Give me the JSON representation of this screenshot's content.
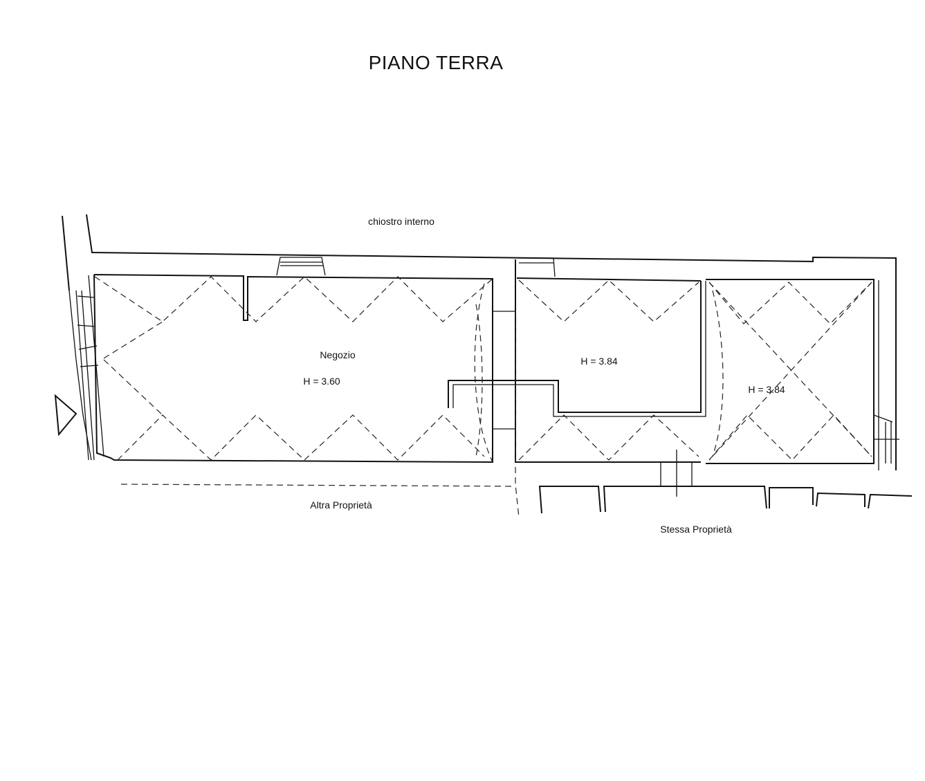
{
  "title": "PIANO TERRA",
  "labels": {
    "cloister": "chiostro interno",
    "shop_name": "Negozio",
    "shop_height": "H = 3.60",
    "room2_height": "H = 3.84",
    "room3_height": "H = 3.84",
    "other_property": "Altra Proprietà",
    "same_property": "Stessa Proprietà"
  },
  "colors": {
    "line": "#111111",
    "background": "#ffffff"
  }
}
